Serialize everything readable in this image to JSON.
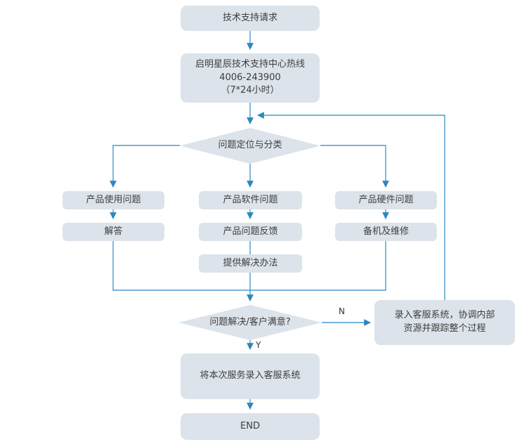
{
  "flowchart": {
    "nodes": {
      "start": {
        "label": "技术支持请求"
      },
      "hotline": {
        "line1": "启明星辰技术支持中心热线",
        "line2": "4006-243900",
        "line3": "（7*24小时）"
      },
      "classify": {
        "label": "问题定位与分类"
      },
      "usage": {
        "label": "产品使用问题"
      },
      "answer": {
        "label": "解答"
      },
      "software": {
        "label": "产品软件问题"
      },
      "feedback": {
        "label": "产品问题反馈"
      },
      "solution": {
        "label": "提供解决办法"
      },
      "hardware": {
        "label": "产品硬件问题"
      },
      "repair": {
        "label": "备机及维修"
      },
      "satisfied": {
        "label": "问题解决/客户满意?"
      },
      "escalate": {
        "line1": "录入客服系统，协调内部",
        "line2": "资源并跟踪整个过程"
      },
      "record": {
        "label": "将本次服务录入客服系统"
      },
      "end": {
        "label": "END"
      }
    },
    "edge_labels": {
      "no": "N",
      "yes": "Y"
    },
    "edges": [
      {
        "from": "start",
        "to": "hotline"
      },
      {
        "from": "hotline",
        "to": "classify"
      },
      {
        "from": "classify",
        "to": "usage"
      },
      {
        "from": "classify",
        "to": "software"
      },
      {
        "from": "classify",
        "to": "hardware"
      },
      {
        "from": "usage",
        "to": "answer"
      },
      {
        "from": "software",
        "to": "feedback"
      },
      {
        "from": "feedback",
        "to": "solution"
      },
      {
        "from": "hardware",
        "to": "repair"
      },
      {
        "from": "answer",
        "to": "satisfied"
      },
      {
        "from": "solution",
        "to": "satisfied"
      },
      {
        "from": "repair",
        "to": "satisfied"
      },
      {
        "from": "satisfied",
        "to": "escalate",
        "label": "N"
      },
      {
        "from": "escalate",
        "to": "classify"
      },
      {
        "from": "satisfied",
        "to": "record",
        "label": "Y"
      },
      {
        "from": "record",
        "to": "end"
      }
    ],
    "colors": {
      "node_fill": "#dce3ea",
      "connector": "#4a9bce",
      "arrowhead": "#2e86bd",
      "text": "#3e3e3e",
      "background": "#ffffff"
    }
  }
}
